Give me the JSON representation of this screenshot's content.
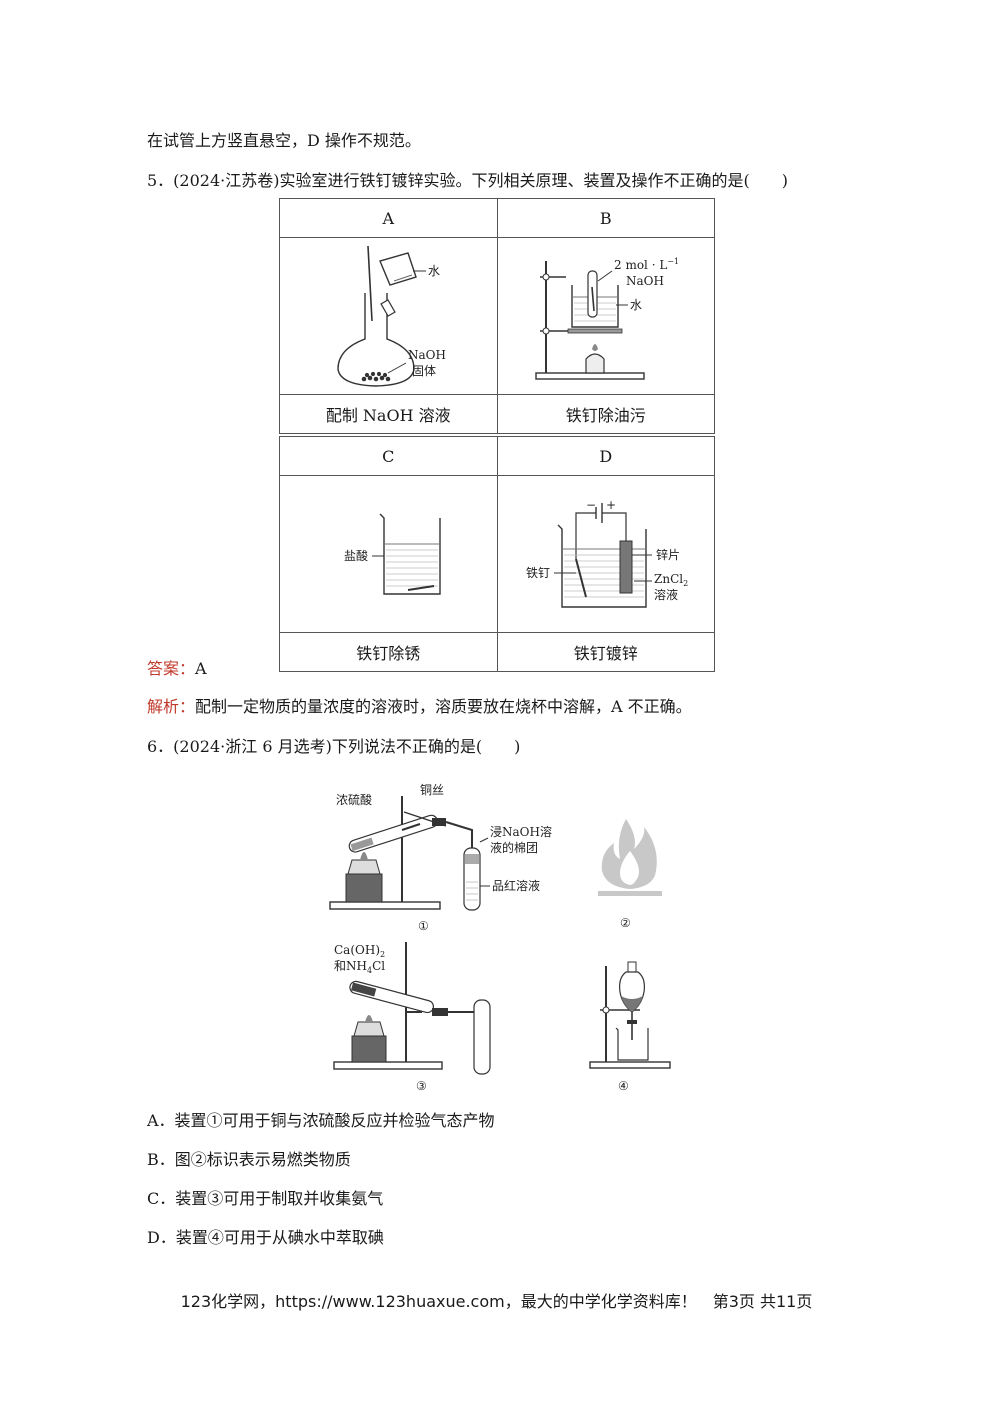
{
  "intro_line": "在试管上方竖直悬空，D 操作不规范。",
  "q5": {
    "stem": "5．(2024·江苏卷)实验室进行铁钉镀锌实验。下列相关原理、装置及操作不正确的是(　　)",
    "headers": [
      "A",
      "B",
      "C",
      "D"
    ],
    "captions": [
      "配制 NaOH 溶液",
      "铁钉除油污",
      "铁钉除锈",
      "铁钉镀锌"
    ],
    "labels": {
      "a_water": "水",
      "a_naoh": "NaOH",
      "a_solid": "固体",
      "b_conc": "2 mol · L",
      "b_conc_sup": "−1",
      "b_naoh": "NaOH",
      "b_water": "水",
      "c_hcl": "盐酸",
      "d_minus": "−",
      "d_plus": "+",
      "d_zinc": "锌片",
      "d_nail": "铁钉",
      "d_zncl": "ZnCl",
      "d_zncl_sub": "2",
      "d_sol": "溶液"
    },
    "answer_label": "答案：",
    "answer_value": "A",
    "analysis_label": "解析：",
    "analysis_text": "配制一定物质的量浓度的溶液时，溶质要放在烧杯中溶解，A 不正确。"
  },
  "q6": {
    "stem": "6．(2024·浙江 6 月选考)下列说法不正确的是(　　)",
    "fig_labels": {
      "conc_h2so4": "浓硫酸",
      "cu_wire": "铜丝",
      "naoh_cotton_1": "浸NaOH溶",
      "naoh_cotton_2": "液的棉团",
      "magenta": "品红溶液",
      "caoh": "Ca(OH)",
      "caoh_sub": "2",
      "nh4cl_pre": "和NH",
      "nh4cl_sub": "4",
      "nh4cl_post": "Cl",
      "n1": "①",
      "n2": "②",
      "n3": "③",
      "n4": "④"
    },
    "options": [
      "A．装置①可用于铜与浓硫酸反应并检验气态产物",
      "B．图②标识表示易燃类物质",
      "C．装置③可用于制取并收集氨气",
      "D．装置④可用于从碘水中萃取碘"
    ]
  },
  "footer": "123化学网，https://www.123huaxue.com，最大的中学化学资料库！　第3页  共11页"
}
